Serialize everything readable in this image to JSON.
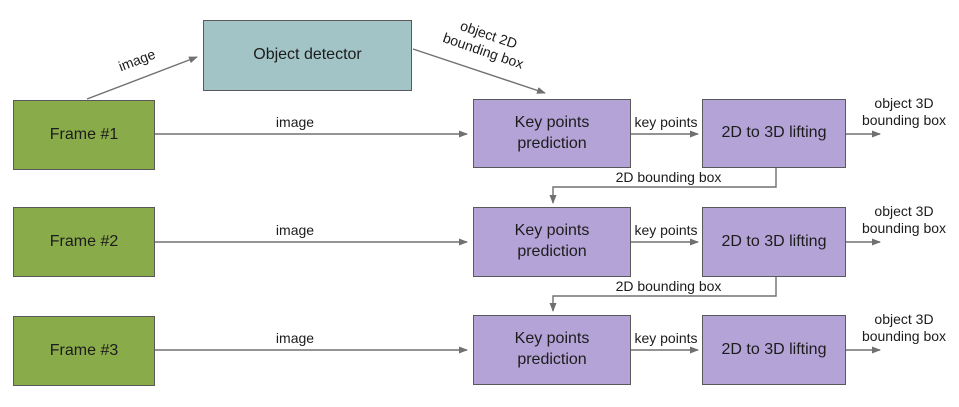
{
  "colors": {
    "background": "#ffffff",
    "frame_fill": "#8aab4a",
    "detector_fill": "#a2c4c6",
    "stage_fill": "#b3a3d6",
    "box_border": "#595959",
    "arrow": "#707070",
    "text": "#1c1c1c"
  },
  "nodes": {
    "detector": {
      "label": "Object detector"
    },
    "frames": [
      {
        "label": "Frame #1"
      },
      {
        "label": "Frame #2"
      },
      {
        "label": "Frame #3"
      }
    ],
    "keypoints": {
      "label": "Key points prediction"
    },
    "lifting": {
      "label": "2D to 3D lifting"
    }
  },
  "edges": {
    "image": "image",
    "object_2d_bbox": "object 2D bounding box",
    "key_points": "key points",
    "bbox_2d": "2D bounding box",
    "object_3d_bbox": "object 3D bounding box"
  }
}
